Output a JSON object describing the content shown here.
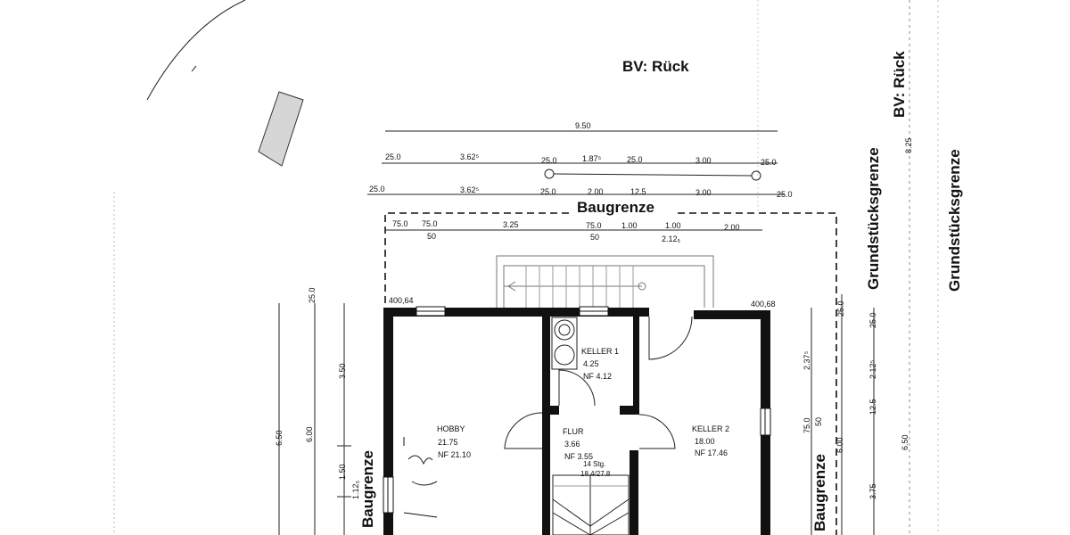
{
  "labels": {
    "bv_top": "BV: Rück",
    "bv_right": "BV: Rück",
    "grenze_left": "Grundstücksgrenze",
    "grenze_right": "Grundstücksgrenze",
    "baugrenze_top": "Baugrenze",
    "baugrenze_left": "Baugrenze",
    "baugrenze_right": "Baugrenze"
  },
  "levels": {
    "left": "400,64",
    "right": "400,68"
  },
  "dims": {
    "total": "9.50",
    "row1": [
      "25.0",
      "3.62⁵",
      "25.0",
      "1.87⁵",
      "25.0",
      "3.00",
      "25.0"
    ],
    "row2": [
      "25.0",
      "3.62⁵",
      "25.0",
      "2.00",
      "12.5",
      "3.00",
      "25.0"
    ],
    "row3": [
      "75.0",
      "75.0",
      "3.25",
      "75.0",
      "1.00",
      "1.00",
      "2.00"
    ],
    "row3_sub": [
      "50",
      "50",
      "2.12₅"
    ],
    "left_vertical": [
      "6.50",
      "6.00",
      "25.0",
      "3.50",
      "1.50",
      "1.12₅"
    ],
    "right_vertical": [
      "2.37⁵",
      "75.0",
      "50",
      "6.00",
      "25.0",
      "25.0",
      "2.12⁵",
      "12.5",
      "3.75",
      "6.50",
      "8.25"
    ]
  },
  "rooms": {
    "hobby": {
      "name": "HOBBY",
      "area": "21.75",
      "nf": "NF 21.10"
    },
    "keller1": {
      "name": "KELLER 1",
      "area": "4.25",
      "nf": "NF 4.12"
    },
    "flur": {
      "name": "FLUR",
      "area": "3.66",
      "nf": "NF 3.55"
    },
    "keller2": {
      "name": "KELLER 2",
      "area": "18.00",
      "nf": "NF 17.46"
    }
  },
  "stairs": {
    "count": "14 Stg.",
    "ratio": "18.4/27.8"
  }
}
